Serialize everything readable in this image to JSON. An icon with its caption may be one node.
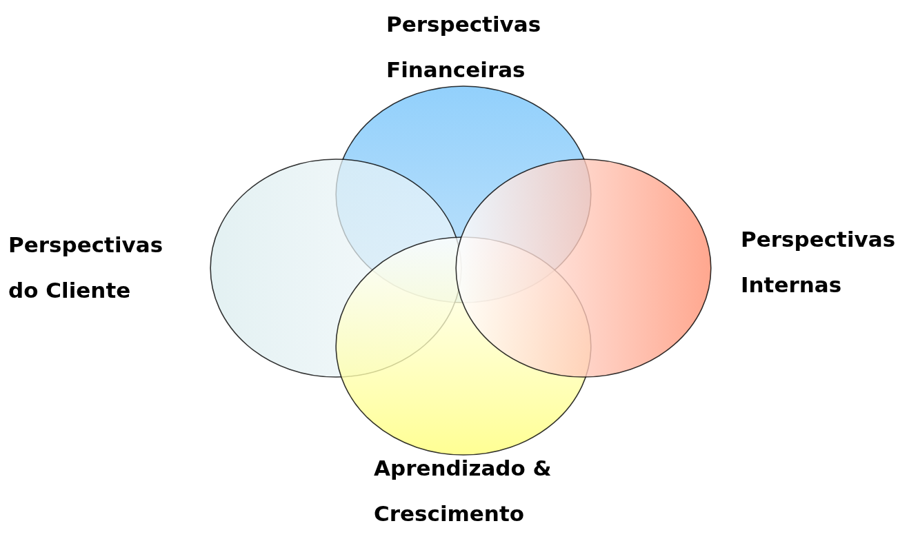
{
  "diagram": {
    "nodes": [
      {
        "text": [
          "Perspectivas Financeiras"
        ]
      },
      {
        "text": [
          "Perspectivas do Cliente"
        ]
      },
      {
        "text": [
          "Perspectivas Internas"
        ]
      },
      {
        "text": [
          "Aprendizado & Crescimento"
        ]
      }
    ]
  }
}
